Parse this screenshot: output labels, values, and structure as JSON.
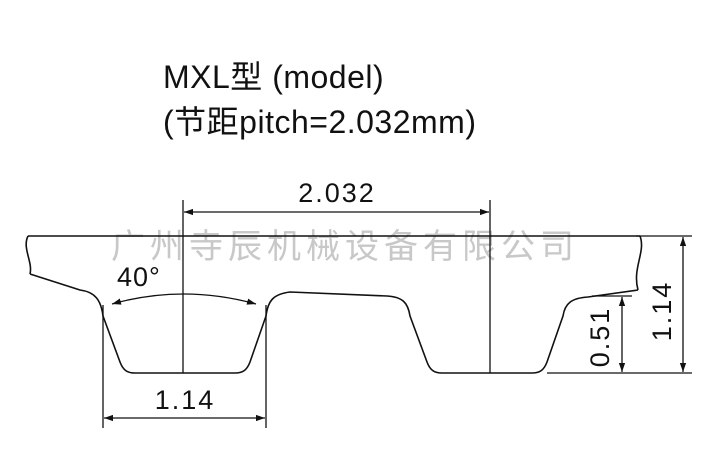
{
  "title": {
    "line1": "MXL型 (model)",
    "line2": "(节距pitch=2.032mm)"
  },
  "dimensions": {
    "pitch": "2.032",
    "angle": "40°",
    "tooth_width": "1.14",
    "tooth_height": "0.51",
    "belt_height": "1.14"
  },
  "watermark": "广州寺辰机械设备有限公司",
  "colors": {
    "line": "#111111",
    "watermark": "#c8c8c8"
  }
}
